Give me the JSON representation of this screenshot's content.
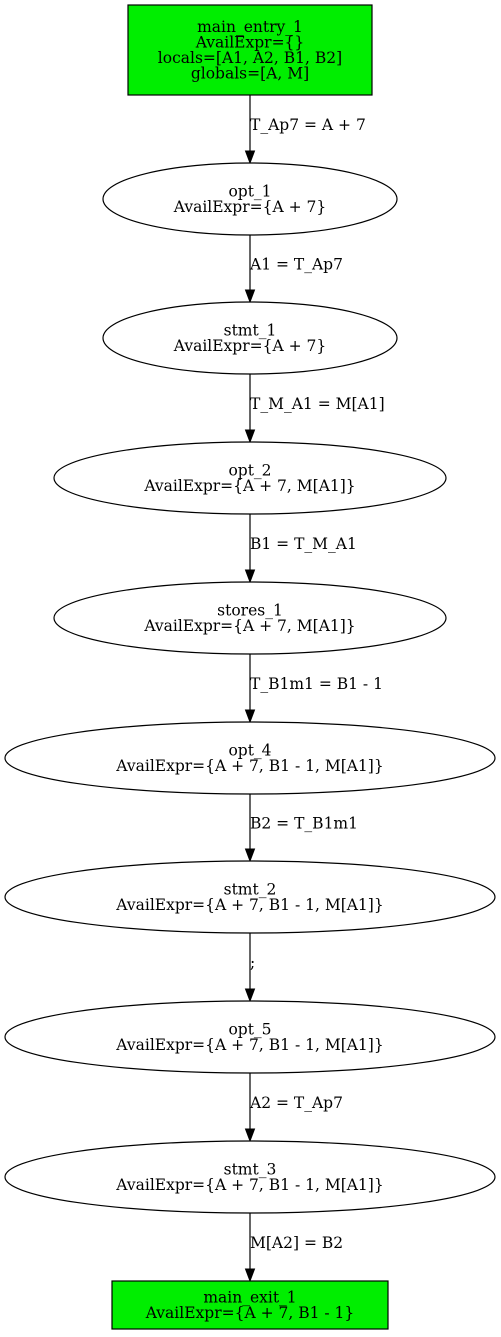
{
  "colors": {
    "entry_exit_fill": "#00ee00",
    "stroke": "#000000",
    "background": "#ffffff"
  },
  "nodes": [
    {
      "id": "main_entry_1",
      "shape": "box",
      "lines": [
        "main_entry_1",
        "AvailExpr={}",
        "locals=[A1, A2, B1, B2]",
        "globals=[A, M]"
      ]
    },
    {
      "id": "opt_1",
      "shape": "ellipse",
      "lines": [
        "opt_1",
        "AvailExpr={A + 7}"
      ]
    },
    {
      "id": "stmt_1",
      "shape": "ellipse",
      "lines": [
        "stmt_1",
        "AvailExpr={A + 7}"
      ]
    },
    {
      "id": "opt_2",
      "shape": "ellipse",
      "lines": [
        "opt_2",
        "AvailExpr={A + 7, M[A1]}"
      ]
    },
    {
      "id": "stores_1",
      "shape": "ellipse",
      "lines": [
        "stores_1",
        "AvailExpr={A + 7, M[A1]}"
      ]
    },
    {
      "id": "opt_4",
      "shape": "ellipse",
      "lines": [
        "opt_4",
        "AvailExpr={A + 7, B1 - 1, M[A1]}"
      ]
    },
    {
      "id": "stmt_2",
      "shape": "ellipse",
      "lines": [
        "stmt_2",
        "AvailExpr={A + 7, B1 - 1, M[A1]}"
      ]
    },
    {
      "id": "opt_5",
      "shape": "ellipse",
      "lines": [
        "opt_5",
        "AvailExpr={A + 7, B1 - 1, M[A1]}"
      ]
    },
    {
      "id": "stmt_3",
      "shape": "ellipse",
      "lines": [
        "stmt_3",
        "AvailExpr={A + 7, B1 - 1, M[A1]}"
      ]
    },
    {
      "id": "main_exit_1",
      "shape": "box",
      "lines": [
        "main_exit_1",
        "AvailExpr={A + 7, B1 - 1}"
      ]
    }
  ],
  "edges": [
    {
      "from": "main_entry_1",
      "to": "opt_1",
      "label": "T_Ap7 = A + 7"
    },
    {
      "from": "opt_1",
      "to": "stmt_1",
      "label": "A1 = T_Ap7"
    },
    {
      "from": "stmt_1",
      "to": "opt_2",
      "label": "T_M_A1 = M[A1]"
    },
    {
      "from": "opt_2",
      "to": "stores_1",
      "label": "B1 = T_M_A1"
    },
    {
      "from": "stores_1",
      "to": "opt_4",
      "label": "T_B1m1 = B1 - 1"
    },
    {
      "from": "opt_4",
      "to": "stmt_2",
      "label": "B2 = T_B1m1"
    },
    {
      "from": "stmt_2",
      "to": "opt_5",
      "label": ";"
    },
    {
      "from": "opt_5",
      "to": "stmt_3",
      "label": "A2 = T_Ap7"
    },
    {
      "from": "stmt_3",
      "to": "main_exit_1",
      "label": "M[A2] = B2"
    }
  ]
}
